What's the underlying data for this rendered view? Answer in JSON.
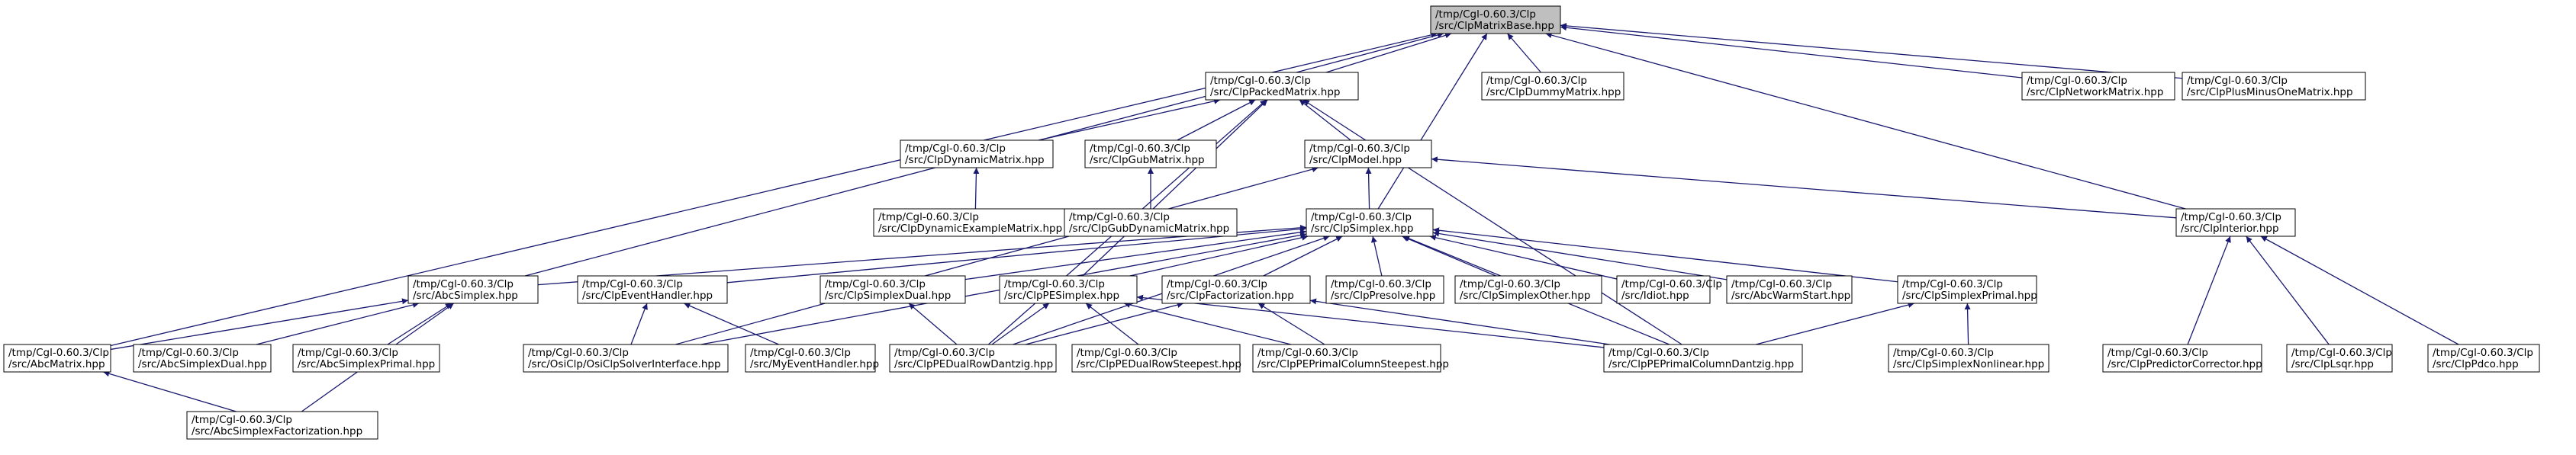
{
  "diagram": {
    "nodes": [
      {
        "id": "n0",
        "line1": "/tmp/Cgl-0.60.3/Clp",
        "line2": "/src/ClpMatrixBase.hpp",
        "root": true
      },
      {
        "id": "n1",
        "line1": "/tmp/Cgl-0.60.3/Clp",
        "line2": "/src/ClpPackedMatrix.hpp"
      },
      {
        "id": "n2",
        "line1": "/tmp/Cgl-0.60.3/Clp",
        "line2": "/src/ClpDummyMatrix.hpp"
      },
      {
        "id": "n3",
        "line1": "/tmp/Cgl-0.60.3/Clp",
        "line2": "/src/ClpNetworkMatrix.hpp"
      },
      {
        "id": "n4",
        "line1": "/tmp/Cgl-0.60.3/Clp",
        "line2": "/src/ClpPlusMinusOneMatrix.hpp"
      },
      {
        "id": "n5",
        "line1": "/tmp/Cgl-0.60.3/Clp",
        "line2": "/src/ClpDynamicMatrix.hpp"
      },
      {
        "id": "n6",
        "line1": "/tmp/Cgl-0.60.3/Clp",
        "line2": "/src/ClpGubMatrix.hpp"
      },
      {
        "id": "n7",
        "line1": "/tmp/Cgl-0.60.3/Clp",
        "line2": "/src/ClpModel.hpp"
      },
      {
        "id": "n8",
        "line1": "/tmp/Cgl-0.60.3/Clp",
        "line2": "/src/ClpDynamicExampleMatrix.hpp"
      },
      {
        "id": "n9",
        "line1": "/tmp/Cgl-0.60.3/Clp",
        "line2": "/src/ClpGubDynamicMatrix.hpp"
      },
      {
        "id": "n10",
        "line1": "/tmp/Cgl-0.60.3/Clp",
        "line2": "/src/ClpSimplex.hpp"
      },
      {
        "id": "n11",
        "line1": "/tmp/Cgl-0.60.3/Clp",
        "line2": "/src/ClpInterior.hpp"
      },
      {
        "id": "n12",
        "line1": "/tmp/Cgl-0.60.3/Clp",
        "line2": "/src/AbcSimplex.hpp"
      },
      {
        "id": "n13",
        "line1": "/tmp/Cgl-0.60.3/Clp",
        "line2": "/src/ClpEventHandler.hpp"
      },
      {
        "id": "n14",
        "line1": "/tmp/Cgl-0.60.3/Clp",
        "line2": "/src/ClpSimplexDual.hpp"
      },
      {
        "id": "n15",
        "line1": "/tmp/Cgl-0.60.3/Clp",
        "line2": "/src/ClpPESimplex.hpp"
      },
      {
        "id": "n16",
        "line1": "/tmp/Cgl-0.60.3/Clp",
        "line2": "/src/ClpFactorization.hpp"
      },
      {
        "id": "n17",
        "line1": "/tmp/Cgl-0.60.3/Clp",
        "line2": "/src/ClpPresolve.hpp"
      },
      {
        "id": "n18",
        "line1": "/tmp/Cgl-0.60.3/Clp",
        "line2": "/src/ClpSimplexOther.hpp"
      },
      {
        "id": "n19",
        "line1": "/tmp/Cgl-0.60.3/Clp",
        "line2": "/src/Idiot.hpp"
      },
      {
        "id": "n20",
        "line1": "/tmp/Cgl-0.60.3/Clp",
        "line2": "/src/AbcWarmStart.hpp"
      },
      {
        "id": "n21",
        "line1": "/tmp/Cgl-0.60.3/Clp",
        "line2": "/src/ClpSimplexPrimal.hpp"
      },
      {
        "id": "n22",
        "line1": "/tmp/Cgl-0.60.3/Clp",
        "line2": "/src/ClpPredictorCorrector.hpp"
      },
      {
        "id": "n23",
        "line1": "/tmp/Cgl-0.60.3/Clp",
        "line2": "/src/ClpLsqr.hpp"
      },
      {
        "id": "n24",
        "line1": "/tmp/Cgl-0.60.3/Clp",
        "line2": "/src/ClpPdco.hpp"
      },
      {
        "id": "n25",
        "line1": "/tmp/Cgl-0.60.3/Clp",
        "line2": "/src/AbcMatrix.hpp"
      },
      {
        "id": "n26",
        "line1": "/tmp/Cgl-0.60.3/Clp",
        "line2": "/src/AbcSimplexDual.hpp"
      },
      {
        "id": "n27",
        "line1": "/tmp/Cgl-0.60.3/Clp",
        "line2": "/src/AbcSimplexPrimal.hpp"
      },
      {
        "id": "n28",
        "line1": "/tmp/Cgl-0.60.3/Clp",
        "line2": "/src/OsiClp/OsiClpSolverInterface.hpp"
      },
      {
        "id": "n29",
        "line1": "/tmp/Cgl-0.60.3/Clp",
        "line2": "/src/MyEventHandler.hpp"
      },
      {
        "id": "n30",
        "line1": "/tmp/Cgl-0.60.3/Clp",
        "line2": "/src/ClpPEDualRowDantzig.hpp"
      },
      {
        "id": "n31",
        "line1": "/tmp/Cgl-0.60.3/Clp",
        "line2": "/src/ClpPEDualRowSteepest.hpp"
      },
      {
        "id": "n32",
        "line1": "/tmp/Cgl-0.60.3/Clp",
        "line2": "/src/ClpPEPrimalColumnSteepest.hpp"
      },
      {
        "id": "n33",
        "line1": "/tmp/Cgl-0.60.3/Clp",
        "line2": "/src/ClpPEPrimalColumnDantzig.hpp"
      },
      {
        "id": "n34",
        "line1": "/tmp/Cgl-0.60.3/Clp",
        "line2": "/src/ClpSimplexNonlinear.hpp"
      },
      {
        "id": "n35",
        "line1": "/tmp/Cgl-0.60.3/Clp",
        "line2": "/src/AbcSimplexFactorization.hpp"
      }
    ],
    "edges": [
      [
        "n1",
        "n0"
      ],
      [
        "n2",
        "n0"
      ],
      [
        "n3",
        "n0"
      ],
      [
        "n4",
        "n0"
      ],
      [
        "n10",
        "n0"
      ],
      [
        "n11",
        "n0"
      ],
      [
        "n12",
        "n0"
      ],
      [
        "n25",
        "n0"
      ],
      [
        "n5",
        "n1"
      ],
      [
        "n6",
        "n1"
      ],
      [
        "n7",
        "n1"
      ],
      [
        "n15",
        "n1"
      ],
      [
        "n30",
        "n1"
      ],
      [
        "n33",
        "n1"
      ],
      [
        "n8",
        "n5"
      ],
      [
        "n9",
        "n6"
      ],
      [
        "n10",
        "n7"
      ],
      [
        "n11",
        "n7"
      ],
      [
        "n28",
        "n7"
      ],
      [
        "n12",
        "n10"
      ],
      [
        "n13",
        "n10"
      ],
      [
        "n14",
        "n10"
      ],
      [
        "n15",
        "n10"
      ],
      [
        "n16",
        "n10"
      ],
      [
        "n17",
        "n10"
      ],
      [
        "n18",
        "n10"
      ],
      [
        "n19",
        "n10"
      ],
      [
        "n20",
        "n10"
      ],
      [
        "n21",
        "n10"
      ],
      [
        "n28",
        "n10"
      ],
      [
        "n30",
        "n10"
      ],
      [
        "n33",
        "n10"
      ],
      [
        "n22",
        "n11"
      ],
      [
        "n23",
        "n11"
      ],
      [
        "n24",
        "n11"
      ],
      [
        "n25",
        "n12"
      ],
      [
        "n26",
        "n12"
      ],
      [
        "n27",
        "n12"
      ],
      [
        "n35",
        "n12"
      ],
      [
        "n28",
        "n13"
      ],
      [
        "n29",
        "n13"
      ],
      [
        "n30",
        "n14"
      ],
      [
        "n30",
        "n15"
      ],
      [
        "n31",
        "n15"
      ],
      [
        "n32",
        "n15"
      ],
      [
        "n33",
        "n15"
      ],
      [
        "n30",
        "n16"
      ],
      [
        "n32",
        "n16"
      ],
      [
        "n33",
        "n16"
      ],
      [
        "n33",
        "n21"
      ],
      [
        "n34",
        "n21"
      ],
      [
        "n35",
        "n25"
      ]
    ]
  }
}
